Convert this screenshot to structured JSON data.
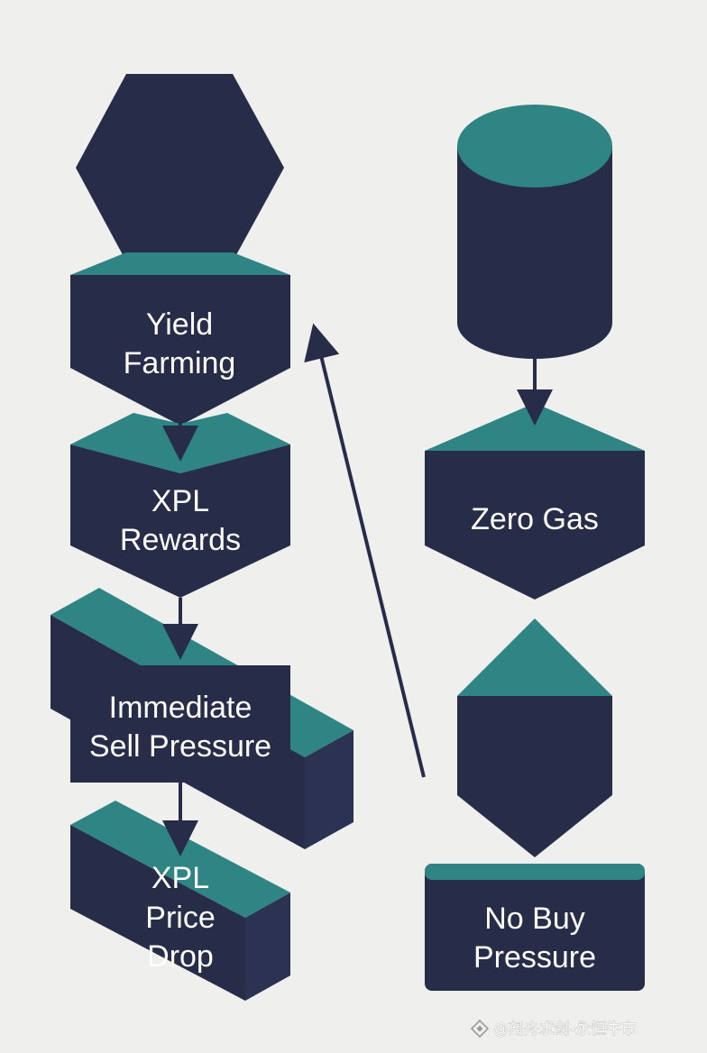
{
  "colors": {
    "background": "#efefee",
    "navy": "#272c48",
    "teal": "#2e8584",
    "arrow": "#272c48"
  },
  "nodes": {
    "yield_farming": {
      "line1": "Yield",
      "line2": "Farming"
    },
    "xpl_rewards": {
      "line1": "XPL",
      "line2": "Rewards"
    },
    "immediate_sell": {
      "line1": "Immediate",
      "line2": "Sell Pressure"
    },
    "xpl_price_drop": {
      "line1": "XPL",
      "line2": "Price",
      "line3": "Drop"
    },
    "zero_gas": {
      "label": "Zero Gas"
    },
    "no_buy_pressure": {
      "line1": "No Buy",
      "line2": "Pressure"
    }
  },
  "watermark": {
    "icon": "binance-diamond-icon",
    "text": "@刻舟求剑-永恒牛市"
  }
}
